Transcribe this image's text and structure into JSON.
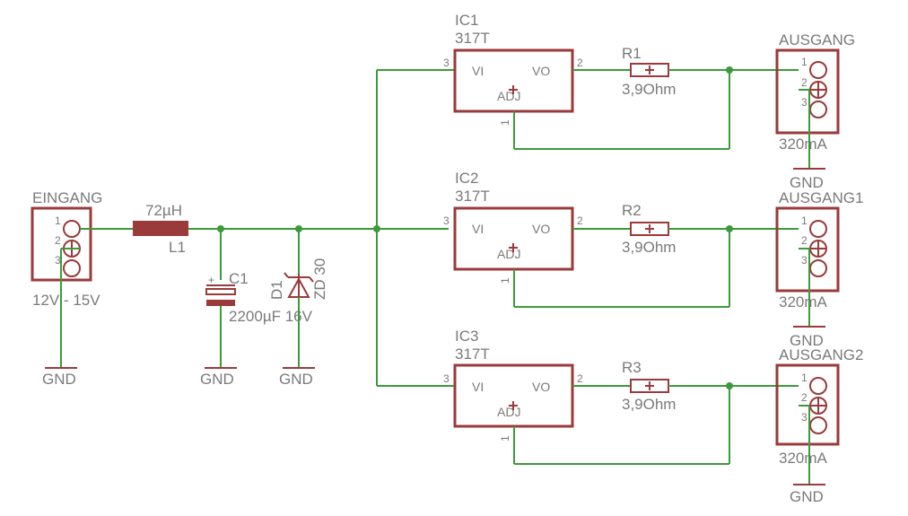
{
  "input_connector": {
    "name": "EINGANG",
    "voltage": "12V - 15V",
    "pins": [
      "1",
      "2",
      "3"
    ]
  },
  "inductor": {
    "name": "L1",
    "value": "72µH"
  },
  "capacitor": {
    "name": "C1",
    "value": "2200µF 16V",
    "plus": "+"
  },
  "zener": {
    "name": "D1",
    "value": "ZD 30"
  },
  "ground_label": "GND",
  "regulator_pins": {
    "adj": "ADJ",
    "vi": "VI",
    "vo": "VO",
    "pin1": "1",
    "pin2": "2",
    "pin3": "3"
  },
  "channels": [
    {
      "ic": "IC1",
      "ic_type": "317T",
      "resistor": "R1",
      "resistor_value": "3,9Ohm",
      "output": "AUSGANG",
      "current": "320mA"
    },
    {
      "ic": "IC2",
      "ic_type": "317T",
      "resistor": "R2",
      "resistor_value": "3,9Ohm",
      "output": "AUSGANG1",
      "current": "320mA"
    },
    {
      "ic": "IC3",
      "ic_type": "317T",
      "resistor": "R3",
      "resistor_value": "3,9Ohm",
      "output": "AUSGANG2",
      "current": "320mA"
    }
  ],
  "connector_pins": [
    "1",
    "2",
    "3"
  ]
}
